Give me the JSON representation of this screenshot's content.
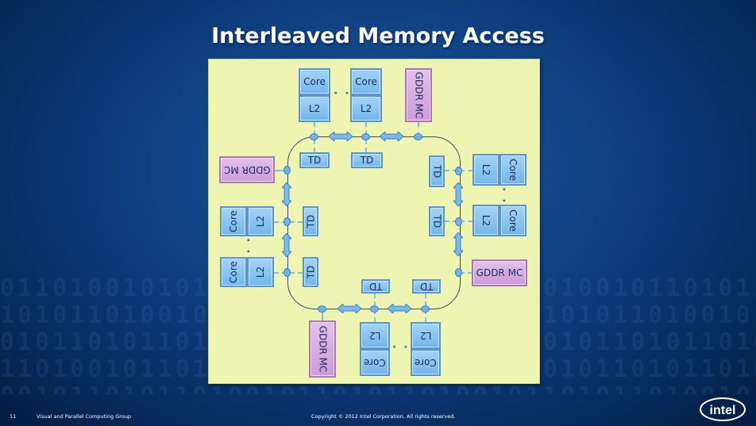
{
  "slide": {
    "title": "Interleaved Memory Access",
    "page_number": "11",
    "group": "Visual and Parallel Computing Group",
    "copyright": "Copyright © 2012 Intel Corporation. All rights reserved.",
    "logo_text": "intel"
  },
  "background_text": {
    "rows": [
      "0110100101011010110100101101011010010110101101011",
      "1010110100101101011010110100101101011010010110101",
      "0101101011010010110101101001011010110101101001011",
      "1101001011010110100101101011010010110101101011010",
      "0010110101101001011010110100101101011010010110101"
    ]
  },
  "diagram": {
    "labels": {
      "core": "Core",
      "l2": "L2",
      "td": "TD",
      "mc": "GDDR MC",
      "ellipsis": "· ·"
    },
    "colors": {
      "panel": "#eef5b3",
      "box_fill": "#8bc4f1",
      "box_border": "#5b95cf",
      "mc_fill": "#d7aee2",
      "ring": "#3a4a6a",
      "connector": "#7fbcef"
    }
  }
}
